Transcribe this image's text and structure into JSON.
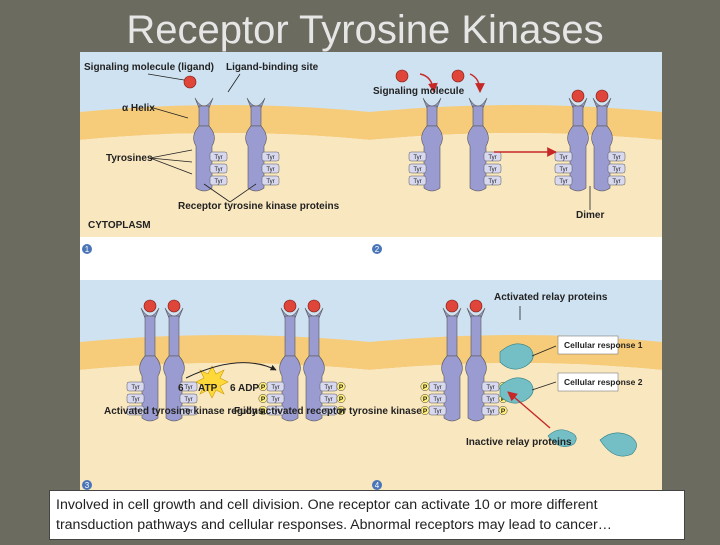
{
  "title": "Receptor Tyrosine Kinases",
  "caption": "Involved in cell growth and cell division.  One receptor can activate 10 or more different transduction pathways and cellular responses. Abnormal receptors may lead to cancer…",
  "colors": {
    "background": "#6b6b5f",
    "membrane": "#f6cc7a",
    "extracellular": "#cfe2f1",
    "cytoplasm": "#f9e7c0",
    "receptor": "#9a9bd0",
    "ligand": "#e0453a",
    "relay_protein": "#74bfc6",
    "arrow": "#c62828",
    "atp_burst": "#ffd83a"
  },
  "panel1": {
    "signaling_molecule": "Signaling molecule (ligand)",
    "ligand_binding_site": "Ligand-binding site",
    "alpha_helix": "α Helix",
    "tyrosines": "Tyrosines",
    "receptor_proteins": "Receptor tyrosine kinase proteins",
    "cytoplasm": "CYTOPLASM",
    "step": "1"
  },
  "panel2": {
    "signaling_molecule": "Signaling molecule",
    "dimer": "Dimer",
    "step": "2"
  },
  "panel3": {
    "atp": "ATP",
    "six_left": "6",
    "adp": "6 ADP",
    "activated_regions": "Activated tyrosine kinase regions",
    "fully_activated": "Fully activated receptor tyrosine kinase",
    "step": "3"
  },
  "panel4": {
    "activated_relay": "Activated relay proteins",
    "cellular_response_1": "Cellular response 1",
    "cellular_response_2": "Cellular response 2",
    "inactive_relay": "Inactive relay proteins",
    "step": "4"
  },
  "labels": {
    "tyr": "Tyr",
    "p": "P"
  }
}
